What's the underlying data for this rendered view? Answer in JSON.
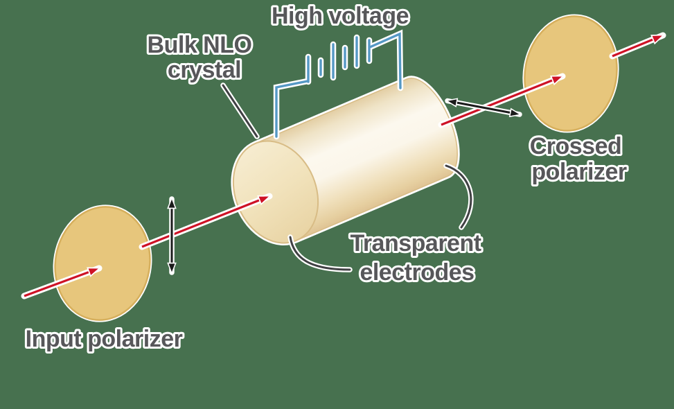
{
  "diagram": {
    "title_semantic": "Electro-optic modulator with bulk NLO crystal",
    "labels": {
      "high_voltage": "High voltage",
      "bulk_nlo": {
        "line1": "Bulk NLO",
        "line2": "crystal"
      },
      "crossed_polarizer": {
        "line1": "Crossed",
        "line2": "polarizer"
      },
      "transparent_electrodes": {
        "line1": "Transparent",
        "line2": "electrodes"
      },
      "input_polarizer": "Input polarizer"
    },
    "colors": {
      "background_green": "#47714F",
      "beam_red": "#CE1226",
      "wire_blue": "#5598C5",
      "polarizer_gold_fill": "#E7C67C",
      "polarizer_gold_stroke": "#D6AF5C",
      "crystal_face_tan": "#F1E2BB",
      "crystal_edge_tan": "#D8BC86",
      "label_gray": "#57575A",
      "pointer_gray": "#404043",
      "arrow_black": "#1B1B1B",
      "halo_white": "#FFFFFF"
    }
  }
}
